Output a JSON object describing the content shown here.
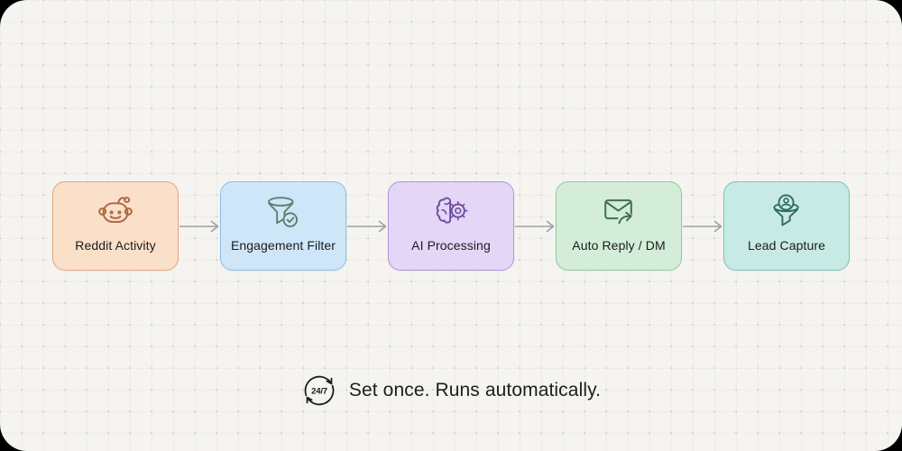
{
  "page": {
    "body_background": "#000000",
    "canvas_background": "#F5F4F1"
  },
  "flow": {
    "connector_color": "#9CA0A5",
    "steps": [
      {
        "label": "Reddit Activity",
        "icon": "reddit-icon",
        "bg": "#FADFC9",
        "border": "#E3A87D",
        "icon_color": "#AC6A46"
      },
      {
        "label": "Engagement Filter",
        "icon": "funnel-check-icon",
        "bg": "#CFE6F8",
        "border": "#8FBFE6",
        "icon_color": "#627F6F"
      },
      {
        "label": "AI Processing",
        "icon": "brain-gear-icon",
        "bg": "#E4D6F6",
        "border": "#B293DE",
        "icon_color": "#6F4FA0"
      },
      {
        "label": "Auto Reply / DM",
        "icon": "mail-forward-icon",
        "bg": "#D3EDD9",
        "border": "#93C9A0",
        "icon_color": "#41704F"
      },
      {
        "label": "Lead Capture",
        "icon": "lead-capture-funnel-icon",
        "bg": "#C8EAE5",
        "border": "#7BC4BB",
        "icon_color": "#2E6B64"
      }
    ]
  },
  "footer": {
    "badge_label": "24/7",
    "text": "Set once. Runs automatically.",
    "text_color": "#1D1D1F"
  }
}
